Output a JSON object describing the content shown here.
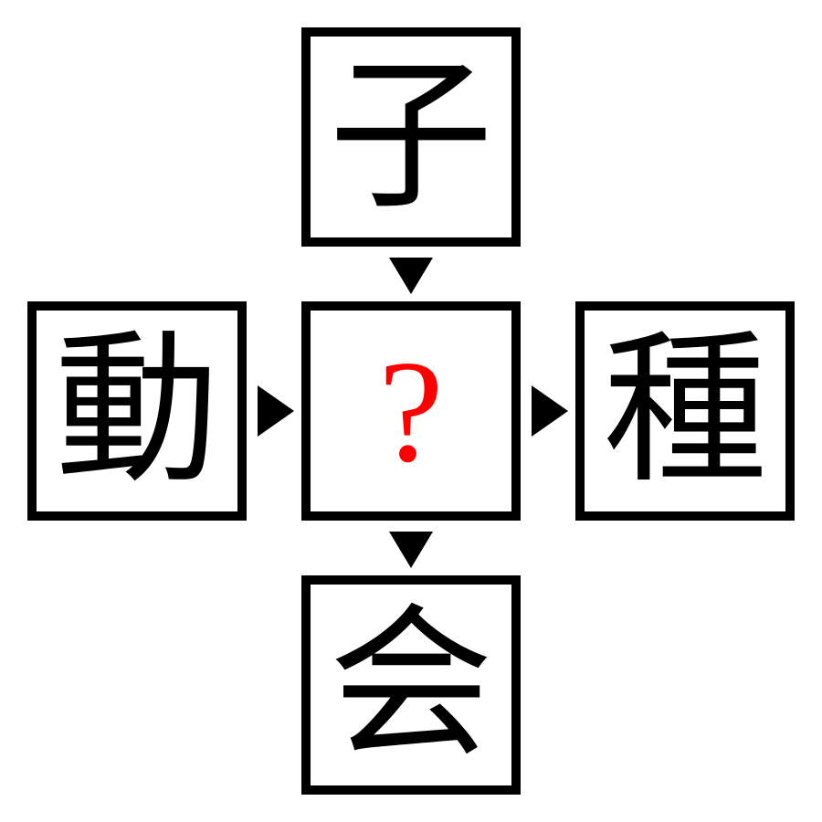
{
  "puzzle": {
    "top_kanji": "子",
    "left_kanji": "動",
    "right_kanji": "種",
    "bottom_kanji": "会",
    "answer_placeholder": "?",
    "answer_color": "#ff0000"
  },
  "arrows": {
    "top_to_center": "arrow-down-icon",
    "center_to_bottom": "arrow-down-icon",
    "left_to_center": "arrow-right-icon",
    "center_to_right": "arrow-right-icon"
  }
}
